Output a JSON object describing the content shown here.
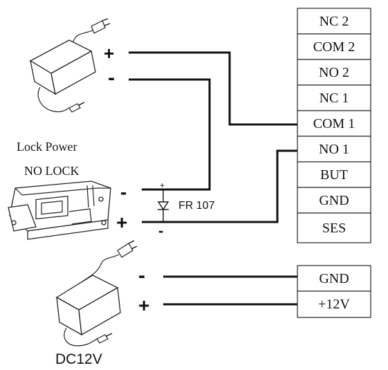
{
  "terminal_block_top": [
    "NC 2",
    "COM 2",
    "NO 2",
    "NC 1",
    "COM 1",
    "NO 1",
    "BUT",
    "GND",
    "SES"
  ],
  "terminal_block_bottom": [
    "GND",
    "+12V"
  ],
  "lock_power": {
    "label": "Lock Power",
    "plus": "+",
    "minus": "-"
  },
  "lock": {
    "label": "NO LOCK",
    "minus": "-",
    "plus": "+"
  },
  "diode": {
    "label": "FR 107",
    "anode_mark": "+",
    "cathode_mark": "-"
  },
  "dc_supply": {
    "label": "DC12V",
    "minus": "-",
    "plus": "+"
  }
}
